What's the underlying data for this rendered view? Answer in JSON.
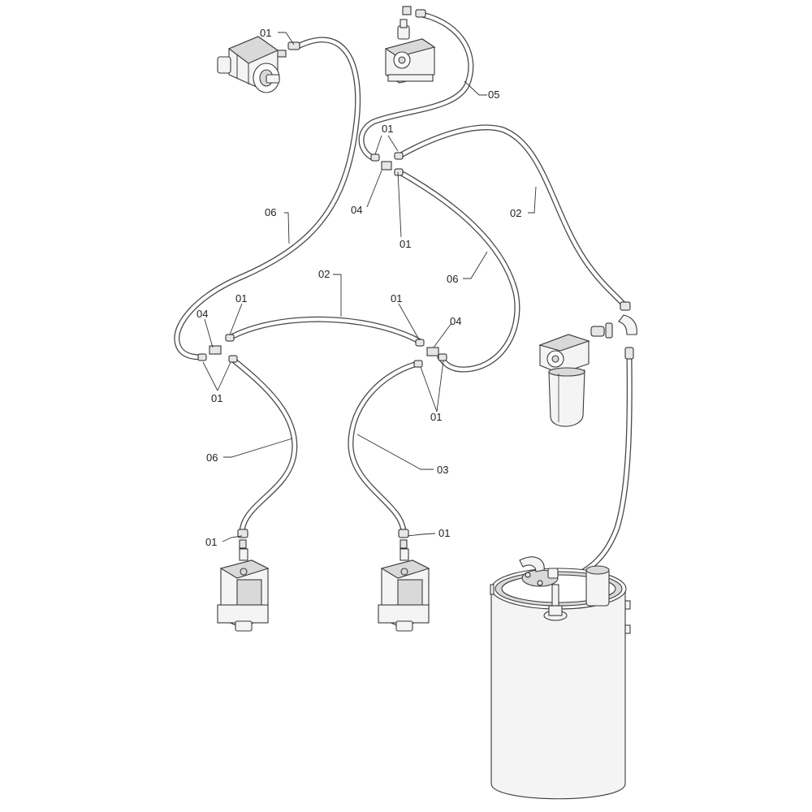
{
  "callouts": [
    {
      "id": "c01a",
      "text": "01"
    },
    {
      "id": "c01b",
      "text": "01"
    },
    {
      "id": "c05",
      "text": "05"
    },
    {
      "id": "c02a",
      "text": "02"
    },
    {
      "id": "c04a",
      "text": "04"
    },
    {
      "id": "c01c",
      "text": "01"
    },
    {
      "id": "c06a",
      "text": "06"
    },
    {
      "id": "c06b",
      "text": "06"
    },
    {
      "id": "c02b",
      "text": "02"
    },
    {
      "id": "c01d",
      "text": "01"
    },
    {
      "id": "c04b",
      "text": "04"
    },
    {
      "id": "c01e",
      "text": "01"
    },
    {
      "id": "c04c",
      "text": "04"
    },
    {
      "id": "c01f",
      "text": "01"
    },
    {
      "id": "c01g",
      "text": "01"
    },
    {
      "id": "c06c",
      "text": "06"
    },
    {
      "id": "c03",
      "text": "03"
    },
    {
      "id": "c01h",
      "text": "01"
    },
    {
      "id": "c01i",
      "text": "01"
    }
  ],
  "colors": {
    "line": "#333333",
    "hose_fill": "#ffffff",
    "background": "#ffffff"
  }
}
